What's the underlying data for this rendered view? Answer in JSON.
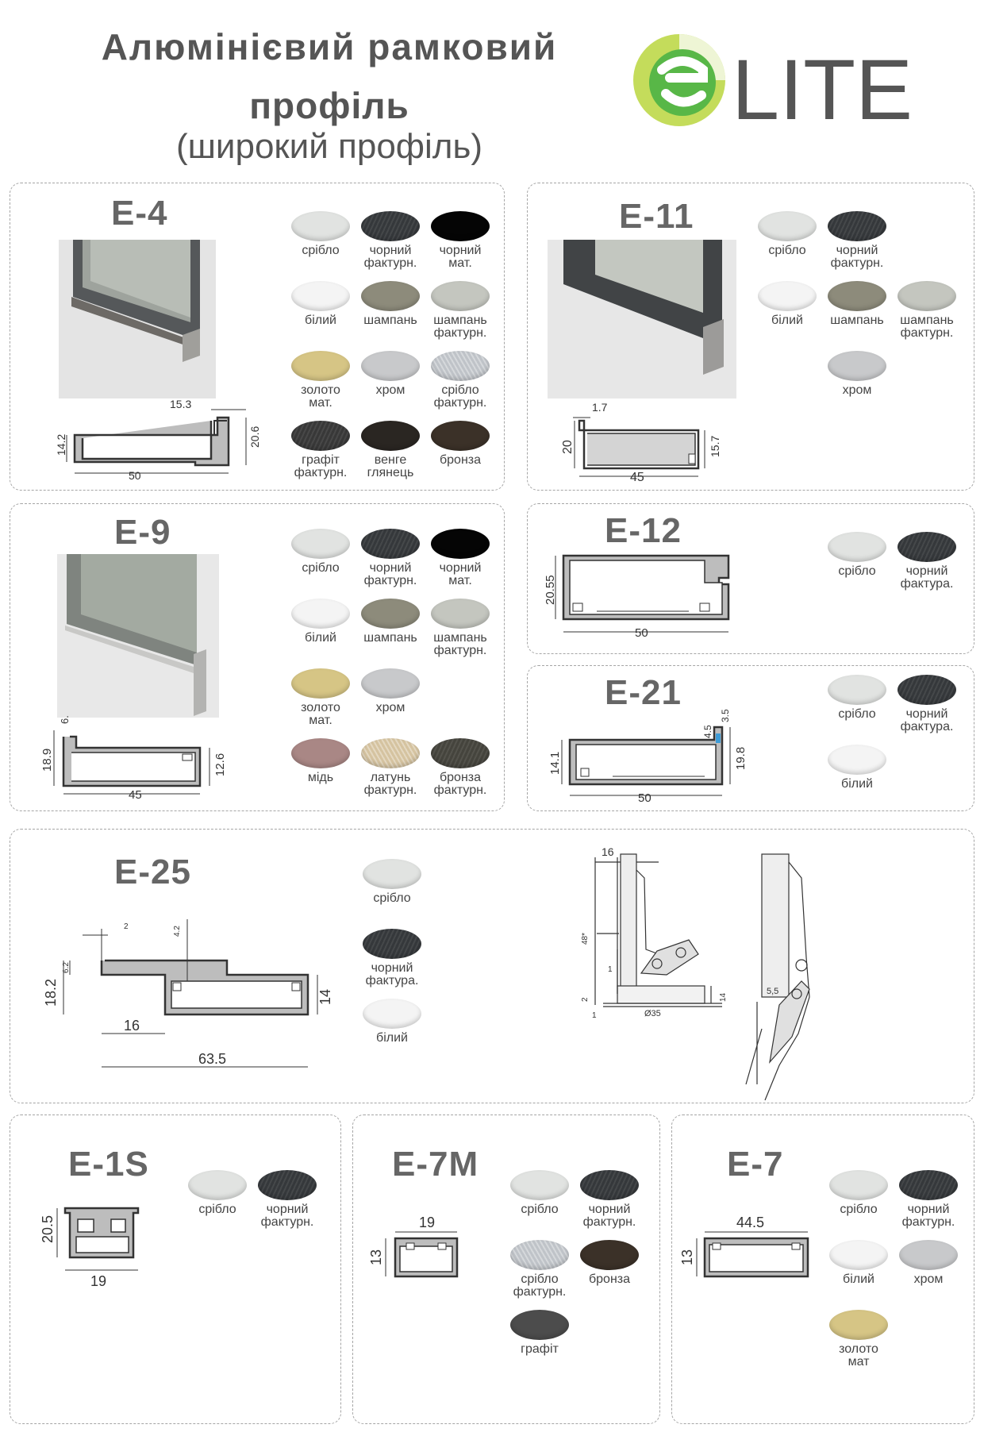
{
  "header": {
    "title_line1": "Алюмінієвий  рамковий",
    "title_line2": "профіль",
    "subtitle": "(широкий профіль)",
    "logo_text": "LITE"
  },
  "colors": {
    "sriblo": "#e1e3e1",
    "chornyi_fakt": "#35383b",
    "chornyi_mat": "#050505",
    "bilyi": "#f4f4f4",
    "shampan": "#8d8b7b",
    "shampan_fakt": "#c4c6bf",
    "zoloto": "#d6c585",
    "khrom": "#c8c9cb",
    "sriblo_fakt": "#bfc3c8",
    "hrafit_fakt": "#383838",
    "venhe": "#2a2622",
    "bronza": "#3b3128",
    "mid": "#a98785",
    "latun": "#d5c3a0",
    "bronza_fakt": "#45443d",
    "hrafit": "#4c4c4c",
    "logo_green": "#58b747",
    "logo_lime": "#c4dc5b"
  },
  "panels": {
    "e4": {
      "code": "E-4",
      "dims": [
        "15.3",
        "20.6",
        "14.2",
        "50"
      ],
      "swatches": [
        {
          "label": "срібло",
          "color": "sriblo"
        },
        {
          "label": "чорний\nфактурн.",
          "color": "chornyi_fakt"
        },
        {
          "label": "чорний\nмат.",
          "color": "chornyi_mat"
        },
        {
          "label": "білий",
          "color": "bilyi"
        },
        {
          "label": "шампань",
          "color": "shampan"
        },
        {
          "label": "шампань\nфактурн.",
          "color": "shampan_fakt"
        },
        {
          "label": "золото\nмат.",
          "color": "zoloto"
        },
        {
          "label": "хром",
          "color": "khrom"
        },
        {
          "label": "срібло\nфактурн.",
          "color": "sriblo_fakt"
        },
        {
          "label": "графіт\nфактурн.",
          "color": "hrafit_fakt"
        },
        {
          "label": "венге\nглянець",
          "color": "venhe"
        },
        {
          "label": "бронза",
          "color": "bronza"
        }
      ]
    },
    "e11": {
      "code": "E-11",
      "dims": [
        "1.7",
        "20",
        "15.7",
        "45"
      ],
      "swatches": [
        {
          "label": "срібло",
          "color": "sriblo"
        },
        {
          "label": "чорний\nфактурн.",
          "color": "chornyi_fakt"
        },
        {
          "label": "білий",
          "color": "bilyi"
        },
        {
          "label": "шампань",
          "color": "shampan"
        },
        {
          "label": "шампань\nфактурн.",
          "color": "shampan_fakt"
        },
        {
          "label": "хром",
          "color": "khrom"
        }
      ]
    },
    "e9": {
      "code": "E-9",
      "dims": [
        "6.",
        "18.9",
        "12.6",
        "45"
      ],
      "swatches": [
        {
          "label": "срібло",
          "color": "sriblo"
        },
        {
          "label": "чорний\nфактурн.",
          "color": "chornyi_fakt"
        },
        {
          "label": "чорний\nмат.",
          "color": "chornyi_mat"
        },
        {
          "label": "білий",
          "color": "bilyi"
        },
        {
          "label": "шампань",
          "color": "shampan"
        },
        {
          "label": "шампань\nфактурн.",
          "color": "shampan_fakt"
        },
        {
          "label": "золото\nмат.",
          "color": "zoloto"
        },
        {
          "label": "хром",
          "color": "khrom"
        },
        {
          "label": "мідь",
          "color": "mid"
        },
        {
          "label": "латунь\nфактурн.",
          "color": "latun"
        },
        {
          "label": "бронза\nфактурн.",
          "color": "bronza_fakt"
        }
      ]
    },
    "e12": {
      "code": "E-12",
      "dims": [
        "20.55",
        "50"
      ],
      "swatches": [
        {
          "label": "срібло",
          "color": "sriblo"
        },
        {
          "label": "чорний\nфактура.",
          "color": "chornyi_fakt"
        }
      ]
    },
    "e21": {
      "code": "E-21",
      "dims": [
        "3.5",
        "4.5",
        "14.1",
        "19.8",
        "50"
      ],
      "swatches": [
        {
          "label": "срібло",
          "color": "sriblo"
        },
        {
          "label": "чорний\nфактура.",
          "color": "chornyi_fakt"
        },
        {
          "label": "білий",
          "color": "bilyi"
        }
      ]
    },
    "e25": {
      "code": "E-25",
      "dims": [
        "2",
        "4.2",
        "6.2",
        "18.2",
        "14",
        "16",
        "63.5"
      ],
      "hinge_dims": [
        "16",
        "48*",
        "1",
        "2",
        "1",
        "Ø35",
        "14",
        "5,5"
      ],
      "swatches": [
        {
          "label": "срібло",
          "color": "sriblo"
        },
        {
          "label": "чорний\nфактура.",
          "color": "chornyi_fakt"
        },
        {
          "label": "білий",
          "color": "bilyi"
        }
      ]
    },
    "e1s": {
      "code": "E-1S",
      "dims": [
        "20.5",
        "19"
      ],
      "swatches": [
        {
          "label": "срібло",
          "color": "sriblo"
        },
        {
          "label": "чорний\nфактурн.",
          "color": "chornyi_fakt"
        }
      ]
    },
    "e7m": {
      "code": "E-7M",
      "dims": [
        "19",
        "13"
      ],
      "swatches": [
        {
          "label": "срібло",
          "color": "sriblo"
        },
        {
          "label": "чорний\nфактурн.",
          "color": "chornyi_fakt"
        },
        {
          "label": "срібло\nфактурн.",
          "color": "sriblo_fakt"
        },
        {
          "label": "бронза",
          "color": "bronza"
        },
        {
          "label": "графіт",
          "color": "hrafit"
        }
      ]
    },
    "e7": {
      "code": "E-7",
      "dims": [
        "44.5",
        "13"
      ],
      "swatches": [
        {
          "label": "срібло",
          "color": "sriblo"
        },
        {
          "label": "чорний\nфактурн.",
          "color": "chornyi_fakt"
        },
        {
          "label": "білий",
          "color": "bilyi"
        },
        {
          "label": "хром",
          "color": "khrom"
        },
        {
          "label": "золото\nмат",
          "color": "zoloto"
        }
      ]
    }
  }
}
